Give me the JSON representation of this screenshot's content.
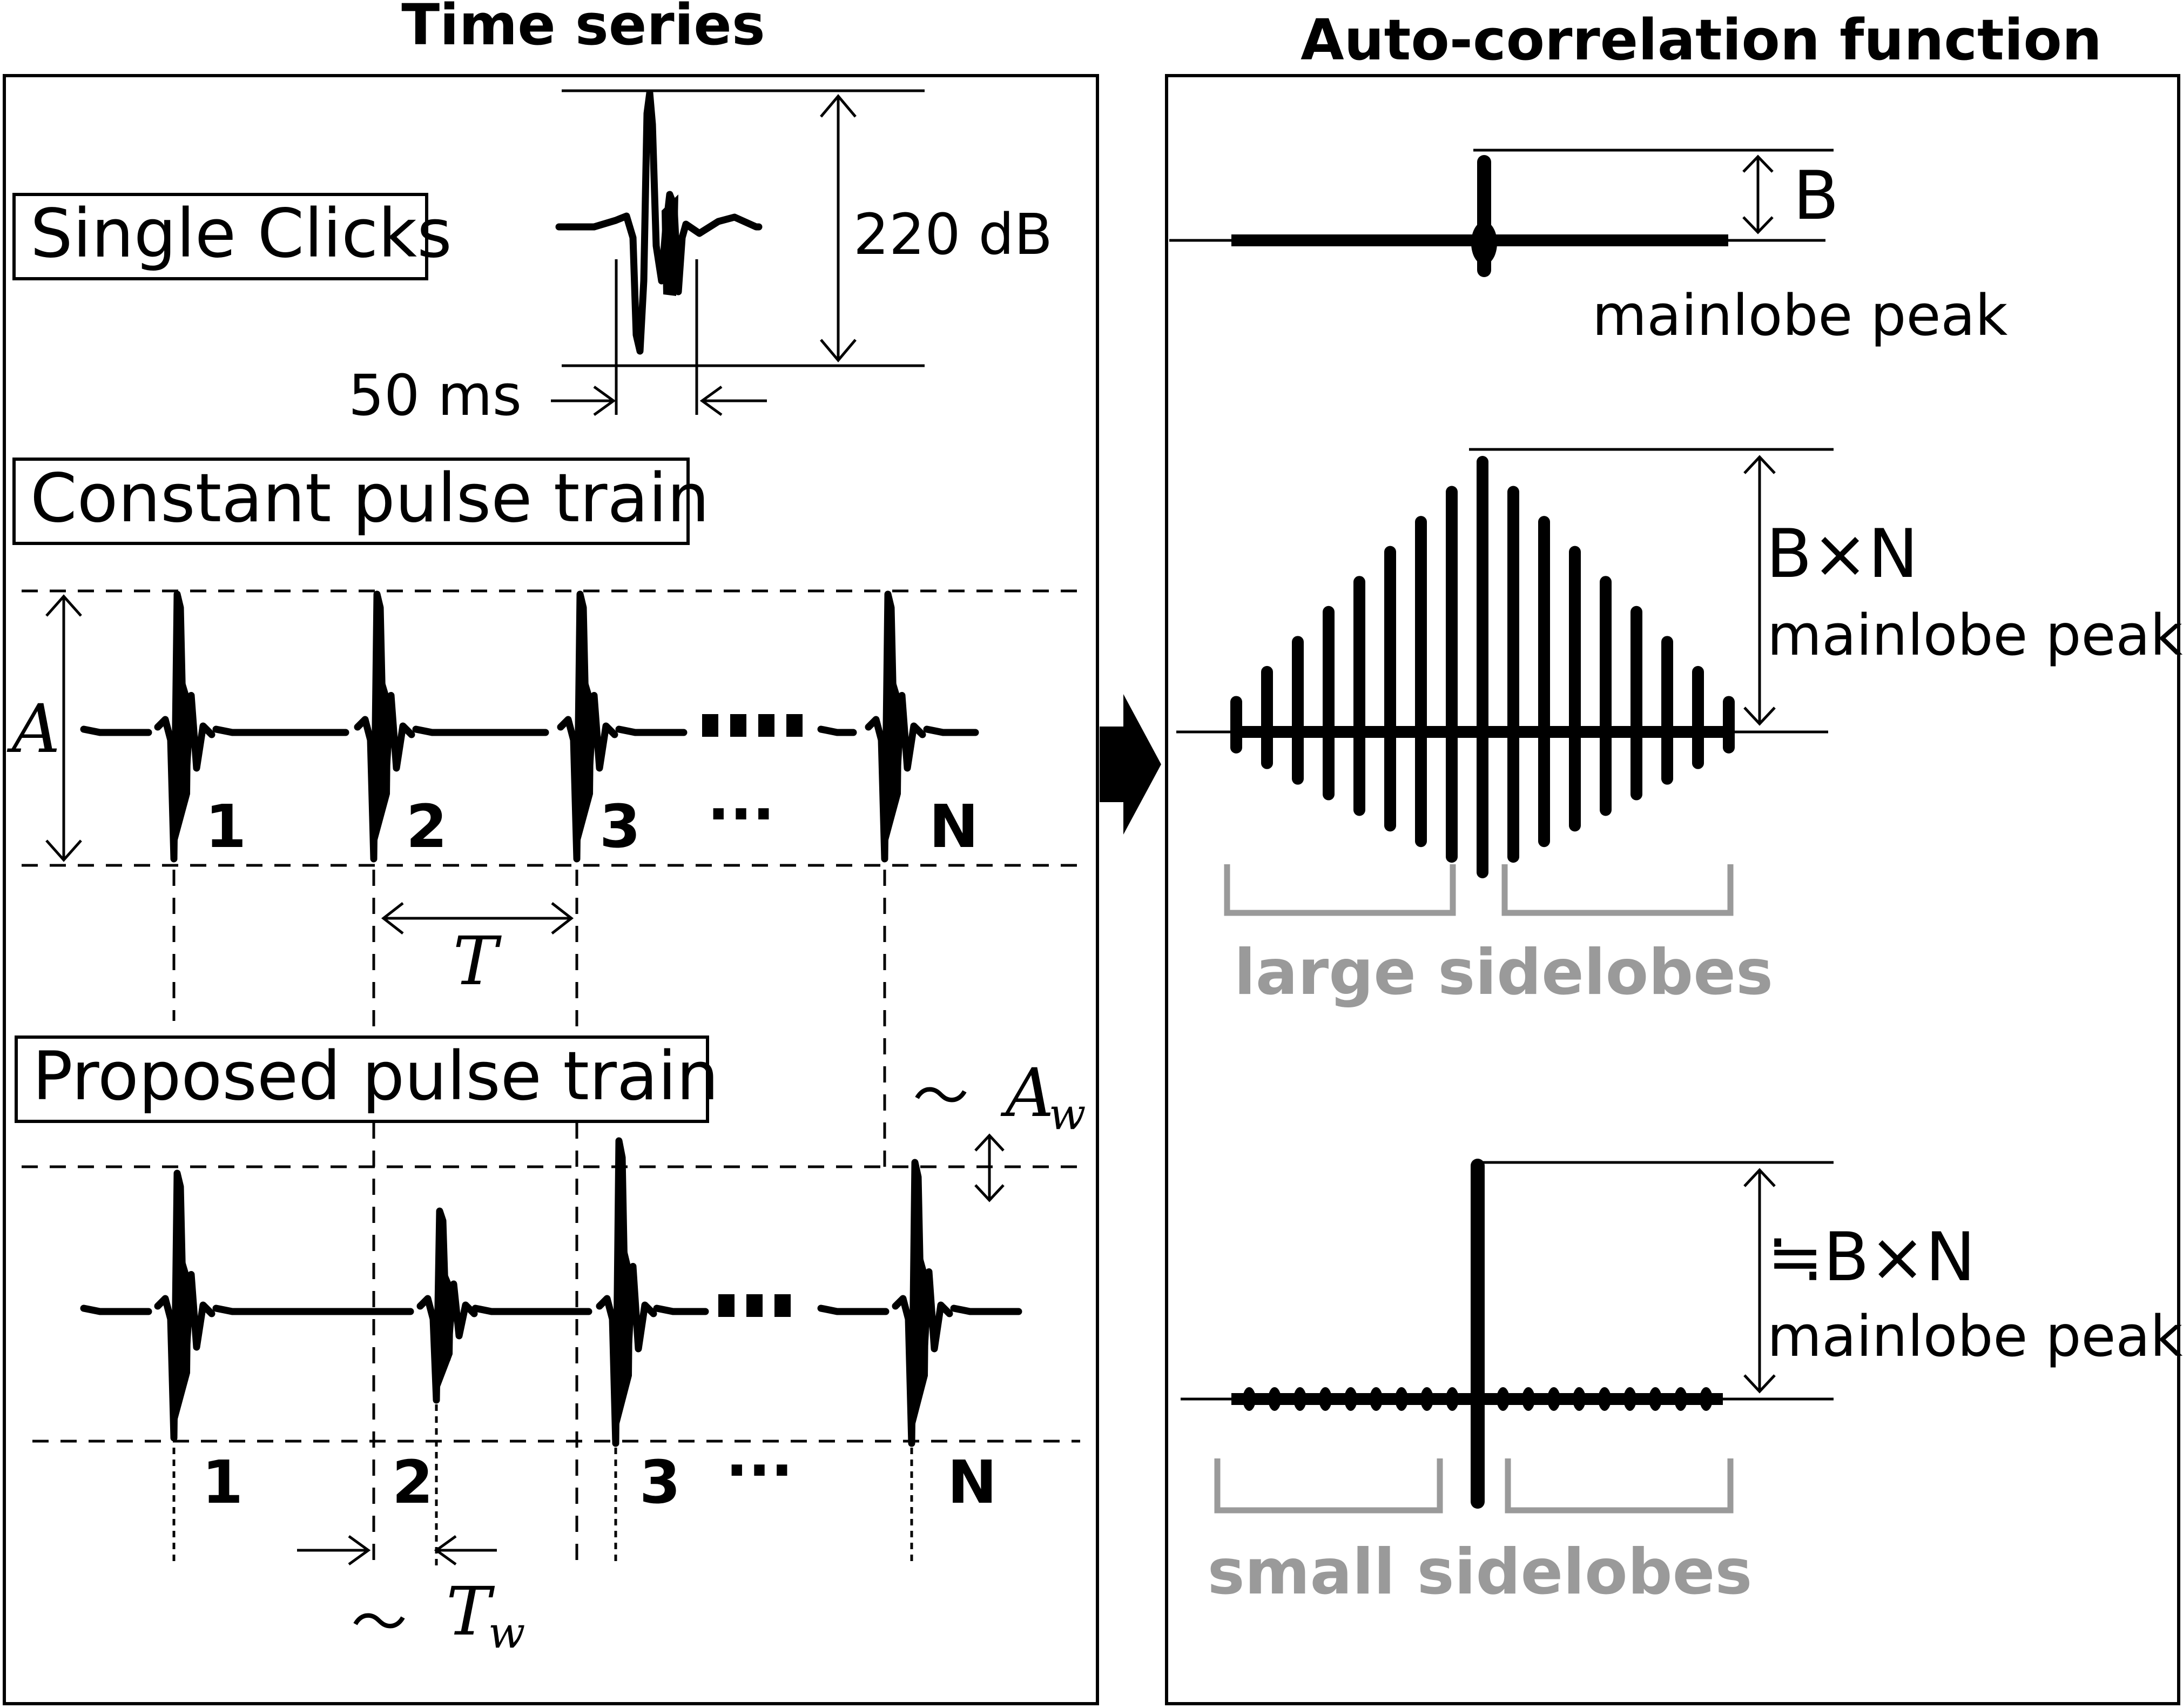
{
  "panels": {
    "left_title": "Time series",
    "right_title": "Auto-correlation function"
  },
  "single_clicks": {
    "label": "Single Clicks",
    "amplitude": "220 dB",
    "duration": "50 ms"
  },
  "constant_train": {
    "label": "Constant pulse train",
    "amplitude_symbol": "A",
    "interval_symbol": "T",
    "pulse_numbers": [
      "1",
      "2",
      "3",
      "N"
    ],
    "ellipsis": "···"
  },
  "proposed_train": {
    "label": "Proposed pulse train",
    "amp_variation_prefix": "〜",
    "amp_variation_symbol": "A",
    "amp_variation_sub": "w",
    "timing_variation_prefix": "〜",
    "timing_variation_symbol": "T",
    "timing_variation_sub": "w",
    "pulse_numbers": [
      "1",
      "2",
      "3",
      "N"
    ],
    "ellipsis": "···"
  },
  "acf_single": {
    "height_label": "B",
    "peak_label": "mainlobe peak"
  },
  "acf_constant": {
    "height_label": "B×N",
    "peak_label": "mainlobe peak",
    "sidelobe_label": "large sidelobes"
  },
  "acf_proposed": {
    "height_label": "≒B×N",
    "peak_label": "mainlobe peak",
    "sidelobe_label": "small sidelobes"
  },
  "colors": {
    "ink": "#000000",
    "sidelobe_gray": "#9a9a9a",
    "background": "#ffffff"
  },
  "icons": [
    "right-arrow-icon",
    "double-arrow-icon"
  ]
}
